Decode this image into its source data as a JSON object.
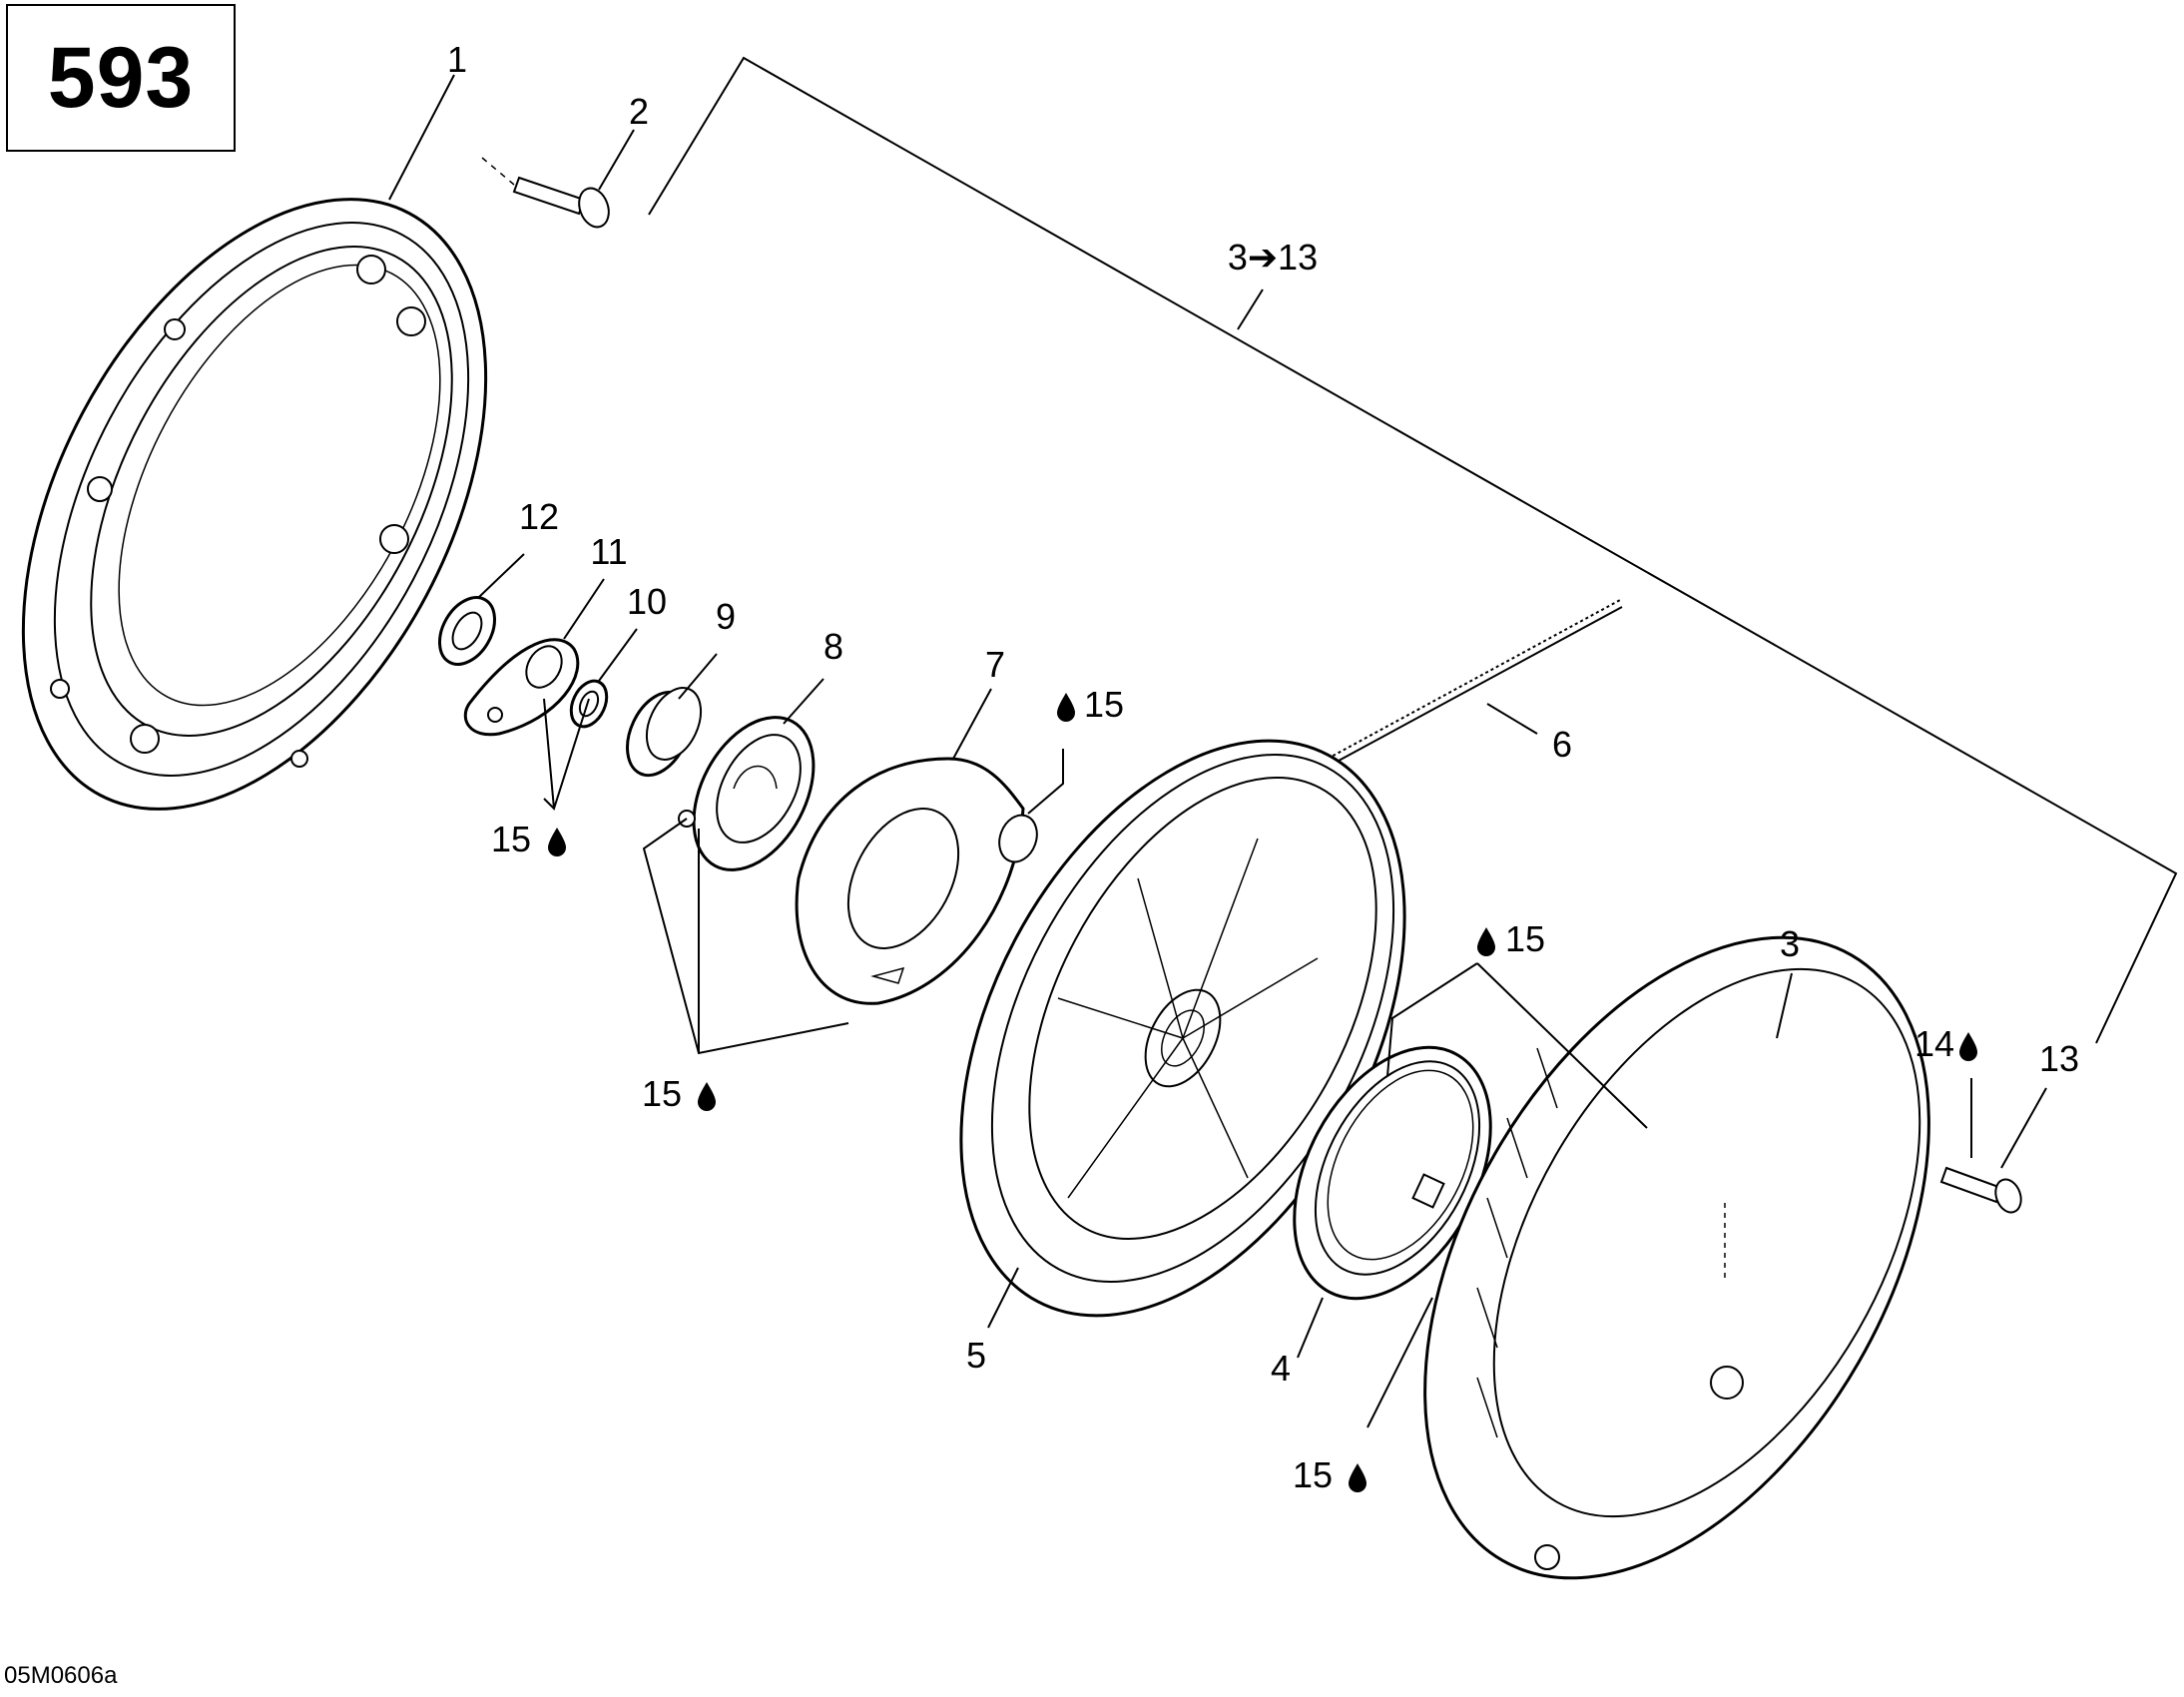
{
  "page_number": "593",
  "reference_code": "05M0606a",
  "callouts": {
    "c1": "1",
    "c2": "2",
    "c3_13": "3➔13",
    "c12": "12",
    "c11": "11",
    "c10": "10",
    "c9": "9",
    "c8": "8",
    "c7": "7",
    "c15_a": "15",
    "c6": "6",
    "c15_b": "15",
    "c15_c": "15",
    "c15_d": "15",
    "c3": "3",
    "c14": "14",
    "c13": "13",
    "c5": "5",
    "c4": "4",
    "c15_e": "15"
  },
  "icons": {
    "lubricant": "oil-drop-icon"
  }
}
